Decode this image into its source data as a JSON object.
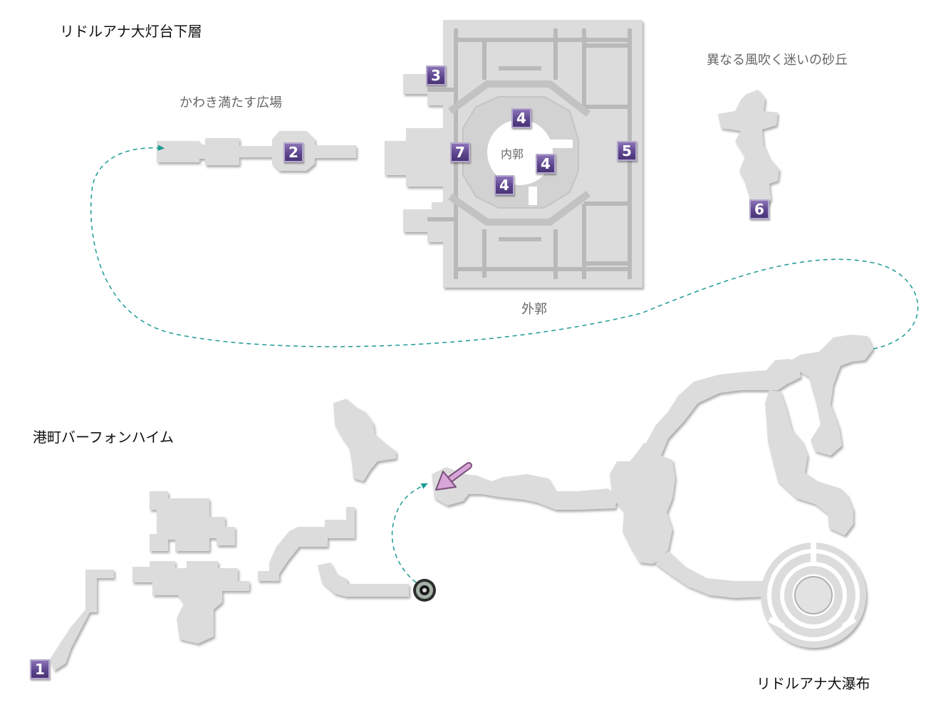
{
  "colors": {
    "floor": "#dcdcdc",
    "wall_shadow": "#bdbdbd",
    "marker_purple": "#5e4690",
    "route_teal": "#1a9b94",
    "arrow_pink": "#c98ac9"
  },
  "labels": {
    "lighthouse_lower": "リドルアナ大灯台下層",
    "plaza": "かわき満たす広場",
    "dunes": "異なる風吹く迷いの砂丘",
    "inner_keep": "内郭",
    "outer_keep": "外郭",
    "port_town": "港町バーフォンハイム",
    "waterfall": "リドルアナ大瀑布"
  },
  "markers": {
    "m1": "1",
    "m2": "2",
    "m3": "3",
    "m4a": "4",
    "m4b": "4",
    "m4c": "4",
    "m5": "5",
    "m6": "6",
    "m7": "7"
  },
  "icons": {
    "route_arrow": "dashed-route-arrow-icon",
    "save_crystal": "ring-portal-icon",
    "entrance": "pink-direction-arrow-icon"
  }
}
